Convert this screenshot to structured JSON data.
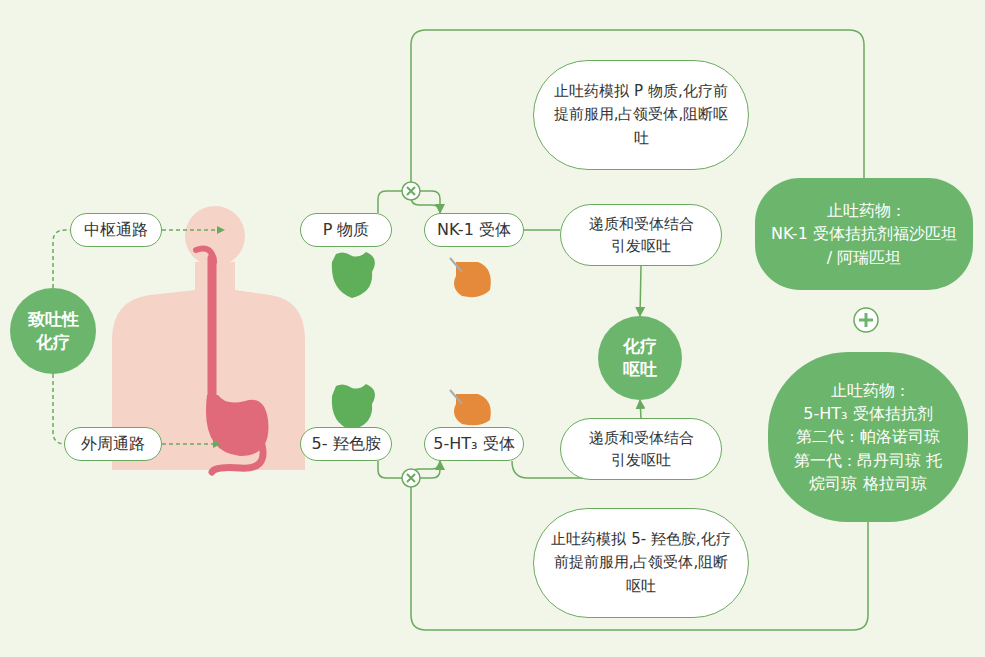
{
  "diagram": {
    "nodes": [
      {
        "text": [
          "中枢通路"
        ]
      },
      {
        "text": [
          "致吐性化疗"
        ]
      },
      {
        "text": [
          "外周通路"
        ]
      },
      {
        "text": [
          "P 物质"
        ]
      },
      {
        "text": [
          "NK-1 受体"
        ]
      },
      {
        "text": [
          "止吐药模拟 P 物质,化疗前提前服用,占领受体,阻断呕吐"
        ]
      },
      {
        "text": [
          "递质和受体结合引发呕吐"
        ]
      },
      {
        "text": [
          "止吐药物 :",
          "NK-1 受体拮抗剂福沙匹坦 / 阿瑞匹坦"
        ]
      },
      {
        "text": [
          "化疗呕吐"
        ]
      },
      {
        "text": [
          "止吐药物 :",
          "5-HT₃ 受体拮抗剂",
          "第二代 : 帕洛诺司琼",
          "第一代 : 昂丹司琼 托烷司琼 格拉司琼"
        ]
      },
      {
        "text": [
          "5- 羟色胺"
        ]
      },
      {
        "text": [
          "5-HT₃ 受体"
        ]
      },
      {
        "text": [
          "递质和受体结合引发呕吐"
        ]
      },
      {
        "text": [
          "止吐药模拟 5- 羟色胺,化疗前提前服用,占领受体,阻断呕吐"
        ]
      }
    ],
    "edges": [
      {
        "from": 1,
        "to": 0,
        "arrow": "none"
      },
      {
        "from": 1,
        "to": 2,
        "arrow": "none"
      },
      {
        "from": 3,
        "to": 4,
        "arrow": "none"
      },
      {
        "from": 4,
        "to": 6,
        "arrow": "none"
      },
      {
        "from": 6,
        "to": 8,
        "arrow": "to"
      },
      {
        "from": 7,
        "to": 4,
        "arrow": "to"
      },
      {
        "from": 12,
        "to": 8,
        "arrow": "to"
      },
      {
        "from": 9,
        "to": 11,
        "arrow": "to"
      },
      {
        "from": 10,
        "to": 11,
        "arrow": "none"
      },
      {
        "from": 11,
        "to": 12,
        "arrow": "none"
      }
    ]
  }
}
